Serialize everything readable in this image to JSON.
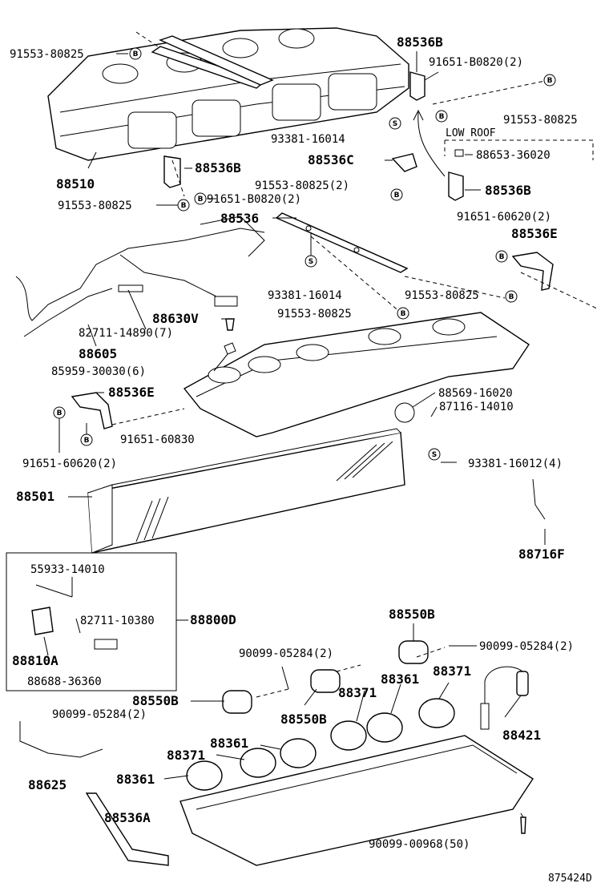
{
  "labels": {
    "l01": "91553-80825",
    "l02": "88536B",
    "l03": "91651-B0820(2)",
    "l04": "91553-80825",
    "l05": "LOW ROOF",
    "l06": "93381-16014",
    "l07": "88536C",
    "l08": "88653-36020",
    "l09": "88510",
    "l10": "88536B",
    "l11": "91553-80825(2)",
    "l12": "88536B",
    "l13": "91553-80825",
    "l14": "91651-B0820(2)",
    "l15": "88536",
    "l16": "91651-60620(2)",
    "l17": "88536E",
    "l18": "93381-16014",
    "l19": "91553-80825",
    "l20": "91553-80825",
    "l21": "88630V",
    "l22": "82711-14890(7)",
    "l23": "88605",
    "l24": "85959-30030(6)",
    "l25": "88536E",
    "l26": "88569-16020",
    "l27": "87116-14010",
    "l28": "91651-60830",
    "l29": "91651-60620(2)",
    "l30": "93381-16012(4)",
    "l31": "88501",
    "l32": "88716F",
    "l33": "55933-14010",
    "l34": "82711-10380",
    "l35": "88800D",
    "l36": "88810A",
    "l37": "88688-36360",
    "l38": "88550B",
    "l39": "90099-05284(2)",
    "l40": "90099-05284(2)",
    "l41": "88371",
    "l42": "88361",
    "l43": "88550B",
    "l44": "88371",
    "l45": "88550B",
    "l46": "90099-05284(2)",
    "l47": "88421",
    "l48": "88361",
    "l49": "88371",
    "l50": "88361",
    "l51": "88625",
    "l52": "88536A",
    "l53": "90099-00968(50)",
    "l54": "875424D"
  },
  "badges": {
    "b": "B",
    "s": "S"
  }
}
